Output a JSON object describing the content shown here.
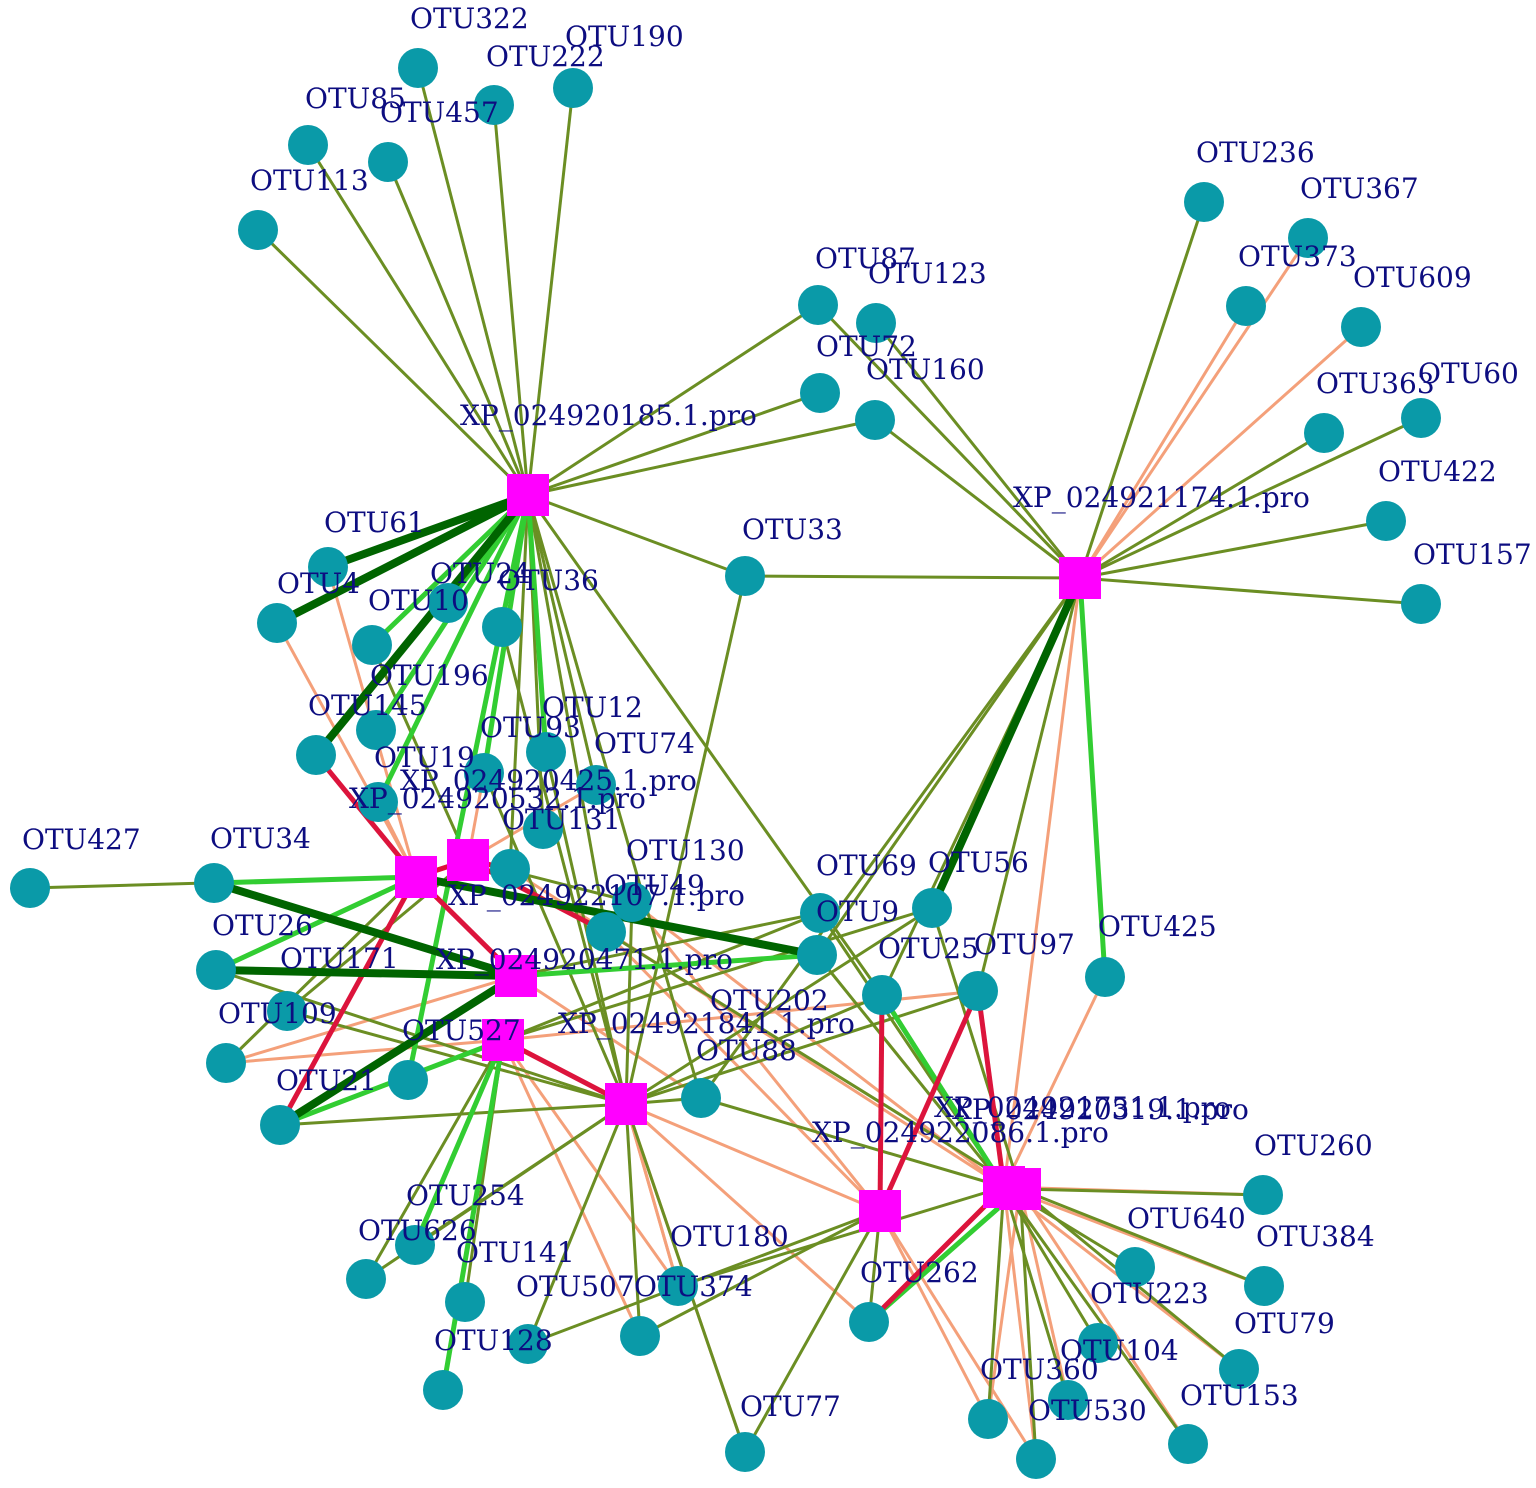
{
  "colors": {
    "node_fill": "#0a9aa8",
    "hub_fill": "#ff00ff",
    "label": "#0d0d80",
    "edge_olive": "#6b8e23",
    "edge_dark_green": "#006400",
    "edge_bright_green": "#32cd32",
    "edge_salmon": "#f4a07a",
    "edge_red": "#dc143c"
  },
  "hubs": [
    {
      "id": "H1",
      "label": "XP_024920185.1.pro"
    },
    {
      "id": "H2",
      "label": "XP_024921174.1.pro"
    },
    {
      "id": "H3",
      "label": "XP_024920532.1.pro"
    },
    {
      "id": "H4",
      "label": "XP_024920425.1.pro"
    },
    {
      "id": "H5",
      "label": "XP_024922107.1.pro"
    },
    {
      "id": "H6",
      "label": "XP_024920471.1.pro"
    },
    {
      "id": "H7",
      "label": "XP_024921841.1.pro"
    },
    {
      "id": "H8",
      "label": ""
    },
    {
      "id": "H9",
      "label": "XP_024922086.1.pro"
    },
    {
      "id": "H10",
      "label": "XP_024921751.1.pro"
    },
    {
      "id": "H11",
      "label": "XP_024920319.1.pro"
    }
  ],
  "otus": [
    "OTU322",
    "OTU222",
    "OTU190",
    "OTU85",
    "OTU457",
    "OTU113",
    "OTU87",
    "OTU123",
    "OTU72",
    "OTU160",
    "OTU236",
    "OTU367",
    "OTU373",
    "OTU609",
    "OTU363",
    "OTU60",
    "OTU422",
    "OTU157",
    "OTU33",
    "OTU61",
    "OTU4",
    "OTU24",
    "OTU10",
    "OTU36",
    "OTU196",
    "OTU145",
    "OTU12",
    "OTU93",
    "OTU74",
    "OTU19",
    "OTU131",
    "OTU427",
    "OTU34",
    "OTU130",
    "OTU49",
    "OTU69",
    "OTU56",
    "OTU9",
    "OTU26",
    "OTU171",
    "OTU25",
    "OTU97",
    "OTU425",
    "OTU109",
    "OTU202",
    "OTU527",
    "OTU88",
    "OTU21",
    "OTU260",
    "OTU254",
    "OTU640",
    "OTU384",
    "OTU626",
    "OTU141",
    "OTU180",
    "OTU262",
    "OTU507",
    "OTU374",
    "OTU223",
    "OTU79",
    "OTU128",
    "OTU104",
    "OTU360",
    "OTU153",
    "OTU77",
    "OTU530"
  ],
  "edges": [
    [
      "H1",
      "OTU322",
      "olive"
    ],
    [
      "H1",
      "OTU222",
      "olive"
    ],
    [
      "H1",
      "OTU190",
      "olive"
    ],
    [
      "H1",
      "OTU85",
      "olive"
    ],
    [
      "H1",
      "OTU457",
      "olive"
    ],
    [
      "H1",
      "OTU113",
      "olive"
    ],
    [
      "H1",
      "OTU87",
      "olive"
    ],
    [
      "H1",
      "OTU72",
      "olive"
    ],
    [
      "H1",
      "OTU160",
      "olive"
    ],
    [
      "H1",
      "OTU33",
      "olive"
    ],
    [
      "H1",
      "OTU61",
      "dark"
    ],
    [
      "H1",
      "OTU4",
      "dark"
    ],
    [
      "H1",
      "OTU10",
      "bright"
    ],
    [
      "H1",
      "OTU24",
      "bright"
    ],
    [
      "H1",
      "OTU36",
      "olive"
    ],
    [
      "H1",
      "OTU196",
      "bright"
    ],
    [
      "H1",
      "OTU145",
      "dark"
    ],
    [
      "H1",
      "OTU12",
      "bright"
    ],
    [
      "H1",
      "OTU93",
      "bright"
    ],
    [
      "H1",
      "OTU74",
      "olive"
    ],
    [
      "H1",
      "OTU131",
      "olive"
    ],
    [
      "H1",
      "OTU130",
      "olive"
    ],
    [
      "H1",
      "OTU19",
      "bright"
    ],
    [
      "H1",
      "OTU49",
      "olive"
    ],
    [
      "H1",
      "OTU25",
      "olive"
    ],
    [
      "H1",
      "OTU527",
      "bright"
    ],
    [
      "H1",
      "OTU88",
      "olive"
    ],
    [
      "H2",
      "OTU236",
      "olive"
    ],
    [
      "H2",
      "OTU367",
      "salmon"
    ],
    [
      "H2",
      "OTU373",
      "salmon"
    ],
    [
      "H2",
      "OTU609",
      "salmon"
    ],
    [
      "H2",
      "OTU363",
      "olive"
    ],
    [
      "H2",
      "OTU60",
      "olive"
    ],
    [
      "H2",
      "OTU422",
      "olive"
    ],
    [
      "H2",
      "OTU157",
      "olive"
    ],
    [
      "H2",
      "OTU33",
      "olive"
    ],
    [
      "H2",
      "OTU87",
      "olive"
    ],
    [
      "H2",
      "OTU123",
      "olive"
    ],
    [
      "H2",
      "OTU160",
      "olive"
    ],
    [
      "H2",
      "OTU56",
      "dark"
    ],
    [
      "H2",
      "OTU425",
      "bright"
    ],
    [
      "H2",
      "OTU9",
      "olive"
    ],
    [
      "H2",
      "OTU25",
      "olive"
    ],
    [
      "H2",
      "OTU97",
      "olive"
    ],
    [
      "H2",
      "OTU88",
      "olive"
    ],
    [
      "H2",
      "H10",
      "salmon"
    ],
    [
      "H3",
      "OTU34",
      "bright"
    ],
    [
      "H3",
      "OTU26",
      "bright"
    ],
    [
      "H3",
      "OTU4",
      "salmon"
    ],
    [
      "H3",
      "OTU145",
      "red"
    ],
    [
      "H3",
      "OTU61",
      "salmon"
    ],
    [
      "H3",
      "OTU19",
      "salmon"
    ],
    [
      "H3",
      "OTU21",
      "red"
    ],
    [
      "H3",
      "OTU109",
      "olive"
    ],
    [
      "H3",
      "OTU9",
      "dark"
    ],
    [
      "H3",
      "H4",
      "red"
    ],
    [
      "H3",
      "H5",
      "red"
    ],
    [
      "H3",
      "OTU427",
      "olive"
    ],
    [
      "H4",
      "OTU49",
      "red"
    ],
    [
      "H4",
      "OTU130",
      "red"
    ],
    [
      "H4",
      "OTU171",
      "olive"
    ],
    [
      "H4",
      "OTU93",
      "salmon"
    ],
    [
      "H4",
      "OTU74",
      "salmon"
    ],
    [
      "H4",
      "OTU202",
      "olive"
    ],
    [
      "H4",
      "OTU10",
      "olive"
    ],
    [
      "H5",
      "OTU9",
      "bright"
    ],
    [
      "H5",
      "OTU26",
      "dark"
    ],
    [
      "H5",
      "OTU34",
      "dark"
    ],
    [
      "H5",
      "OTU69",
      "olive"
    ],
    [
      "H5",
      "OTU21",
      "dark"
    ],
    [
      "H5",
      "OTU109",
      "salmon"
    ],
    [
      "H5",
      "OTU88",
      "salmon"
    ],
    [
      "H6",
      "OTU56",
      "olive"
    ],
    [
      "H6",
      "OTU69",
      "olive"
    ],
    [
      "H6",
      "OTU97",
      "salmon"
    ],
    [
      "H6",
      "OTU254",
      "bright"
    ],
    [
      "H6",
      "OTU128",
      "bright"
    ],
    [
      "H6",
      "OTU141",
      "olive"
    ],
    [
      "H6",
      "OTU626",
      "olive"
    ],
    [
      "H6",
      "OTU507",
      "salmon"
    ],
    [
      "H6",
      "OTU21",
      "bright"
    ],
    [
      "H6",
      "OTU109",
      "salmon"
    ],
    [
      "H6",
      "H7",
      "red"
    ],
    [
      "H6",
      "OTU180",
      "salmon"
    ],
    [
      "H7",
      "OTU88",
      "olive"
    ],
    [
      "H7",
      "OTU374",
      "olive"
    ],
    [
      "H7",
      "OTU507",
      "olive"
    ],
    [
      "H7",
      "OTU77",
      "olive"
    ],
    [
      "H7",
      "OTU254",
      "olive"
    ],
    [
      "H7",
      "OTU626",
      "olive"
    ],
    [
      "H7",
      "OTU202",
      "olive"
    ],
    [
      "H7",
      "OTU36",
      "olive"
    ],
    [
      "H7",
      "OTU180",
      "salmon"
    ],
    [
      "H7",
      "OTU171",
      "olive"
    ],
    [
      "H7",
      "OTU12",
      "olive"
    ],
    [
      "H8",
      "OTU33",
      "olive"
    ],
    [
      "H8",
      "OTU25",
      "olive"
    ],
    [
      "H8",
      "OTU56",
      "olive"
    ],
    [
      "H8",
      "OTU97",
      "olive"
    ],
    [
      "H8",
      "OTU26",
      "olive"
    ],
    [
      "H8",
      "OTU21",
      "olive"
    ],
    [
      "H8",
      "OTU262",
      "salmon"
    ],
    [
      "H8",
      "OTU180",
      "salmon"
    ],
    [
      "H8",
      "OTU77",
      "salmon"
    ],
    [
      "H8",
      "H9",
      "salmon"
    ],
    [
      "H8",
      "OTU93",
      "olive"
    ],
    [
      "H9",
      "OTU25",
      "red"
    ],
    [
      "H9",
      "OTU97",
      "red"
    ],
    [
      "H9",
      "OTU77",
      "olive"
    ],
    [
      "H9",
      "OTU507",
      "olive"
    ],
    [
      "H9",
      "OTU262",
      "olive"
    ],
    [
      "H9",
      "OTU360",
      "salmon"
    ],
    [
      "H9",
      "OTU530",
      "salmon"
    ],
    [
      "H9",
      "OTU374",
      "olive"
    ],
    [
      "H9",
      "OTU130",
      "salmon"
    ],
    [
      "H9",
      "OTU202",
      "salmon"
    ],
    [
      "H10",
      "OTU260",
      "salmon"
    ],
    [
      "H10",
      "OTU640",
      "olive"
    ],
    [
      "H10",
      "OTU384",
      "salmon"
    ],
    [
      "H10",
      "OTU223",
      "olive"
    ],
    [
      "H10",
      "OTU79",
      "salmon"
    ],
    [
      "H10",
      "OTU104",
      "olive"
    ],
    [
      "H10",
      "OTU360",
      "olive"
    ],
    [
      "H10",
      "OTU530",
      "salmon"
    ],
    [
      "H10",
      "OTU153",
      "olive"
    ],
    [
      "H10",
      "OTU262",
      "red"
    ],
    [
      "H10",
      "OTU97",
      "red"
    ],
    [
      "H10",
      "OTU425",
      "salmon"
    ],
    [
      "H10",
      "OTU9",
      "olive"
    ],
    [
      "H10",
      "OTU69",
      "olive"
    ],
    [
      "H10",
      "OTU49",
      "salmon"
    ],
    [
      "H10",
      "OTU88",
      "olive"
    ],
    [
      "H10",
      "OTU202",
      "salmon"
    ],
    [
      "H10",
      "OTU25",
      "bright"
    ],
    [
      "H10",
      "OTU180",
      "olive"
    ],
    [
      "H11",
      "OTU260",
      "olive"
    ],
    [
      "H11",
      "OTU384",
      "olive"
    ],
    [
      "H11",
      "OTU153",
      "salmon"
    ],
    [
      "H11",
      "OTU79",
      "olive"
    ],
    [
      "H11",
      "OTU530",
      "olive"
    ],
    [
      "H11",
      "OTU360",
      "salmon"
    ],
    [
      "H11",
      "OTU56",
      "olive"
    ],
    [
      "H11",
      "OTU130",
      "olive"
    ],
    [
      "H11",
      "OTU262",
      "bright"
    ],
    [
      "H11",
      "OTU104",
      "salmon"
    ]
  ]
}
